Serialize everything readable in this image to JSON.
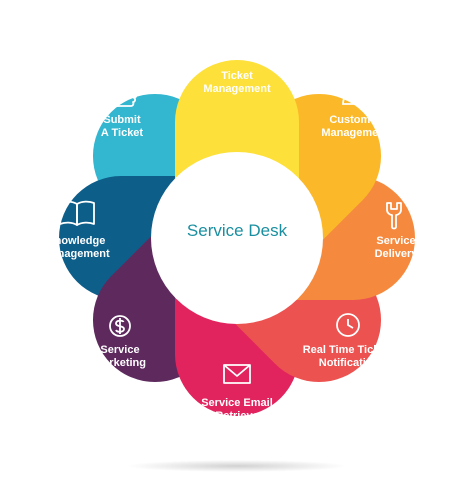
{
  "center": {
    "title": "Service Desk"
  },
  "petals": [
    {
      "label": "Ticket\nManagement",
      "icon": "gear-icon",
      "color": "#fde03a"
    },
    {
      "label": "Customer\nManagement",
      "icon": "user-icon",
      "color": "#fbb829"
    },
    {
      "label": "Service\nDelivery",
      "icon": "wrench-icon",
      "color": "#f58a3e"
    },
    {
      "label": "Real Time Tickets\nNotification",
      "icon": "clock-icon",
      "color": "#ec5250"
    },
    {
      "label": "Service Email\nRetrieve",
      "icon": "envelope-icon",
      "color": "#e2245e"
    },
    {
      "label": "Service\nMarketing",
      "icon": "dollar-icon",
      "color": "#5e2a5e"
    },
    {
      "label": "Knowledge\nManagement",
      "icon": "book-icon",
      "color": "#0e5e8a"
    },
    {
      "label": "Submit\nA Ticket",
      "icon": "thumbs-up-icon",
      "color": "#33b6d0"
    }
  ]
}
